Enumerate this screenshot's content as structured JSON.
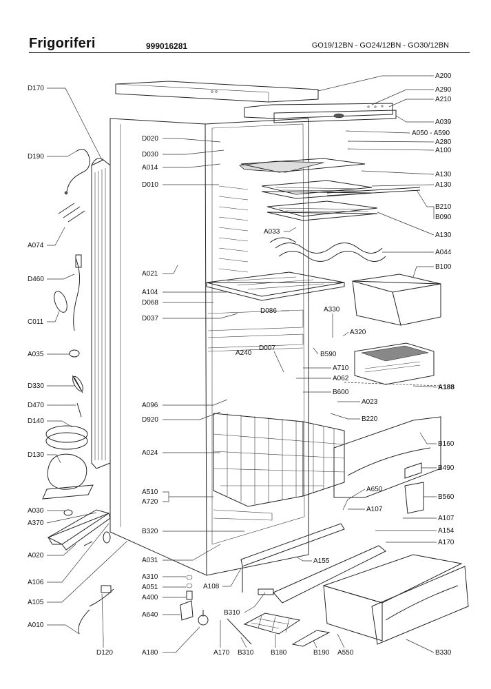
{
  "header": {
    "title": "Frigoriferi",
    "code": "999016281",
    "models": "GO19/12BN - GO24/12BN - GO30/12BN"
  },
  "labels": {
    "A200": "A200",
    "A290": "A290",
    "A210": "A210",
    "A039": "A039",
    "A050": "A050 - A590",
    "A280": "A280",
    "A100": "A100",
    "A130a": "A130",
    "A130b": "A130",
    "B210": "B210",
    "B090": "B090",
    "A130c": "A130",
    "A044": "A044",
    "B100": "B100",
    "A188": "A188",
    "B160": "B160",
    "B490": "B490",
    "B560": "B560",
    "A107a": "A107",
    "A154": "A154",
    "A170r": "A170",
    "B330": "B330",
    "D170": "D170",
    "D190": "D190",
    "A074": "A074",
    "D460": "D460",
    "C011": "C011",
    "A035": "A035",
    "D330": "D330",
    "D470": "D470",
    "D140": "D140",
    "D130": "D130",
    "A030": "A030",
    "A370": "A370",
    "A020": "A020",
    "A106": "A106",
    "A105": "A105",
    "A010": "A010",
    "D120": "D120",
    "D020": "D020",
    "D030": "D030",
    "A014": "A014",
    "D010": "D010",
    "A033": "A033",
    "A021": "A021",
    "A104": "A104",
    "D068": "D068",
    "D037": "D037",
    "D086": "D086",
    "A330": "A330",
    "A320": "A320",
    "B590": "B590",
    "D007": "D007",
    "A240": "A240",
    "A710": "A710",
    "A062": "A062",
    "B600": "B600",
    "A023": "A023",
    "A096": "A096",
    "D920": "D920",
    "B220": "B220",
    "A024": "A024",
    "A510": "A510",
    "A720": "A720",
    "A650": "A650",
    "A107b": "A107",
    "B320": "B320",
    "A031": "A031",
    "A155": "A155",
    "A310": "A310",
    "A051": "A051",
    "A400": "A400",
    "A108": "A108",
    "A640": "A640",
    "B310a": "B310",
    "A180": "A180",
    "A170b": "A170",
    "B310b": "B310",
    "B180": "B180",
    "B190": "B190",
    "A550": "A550"
  }
}
